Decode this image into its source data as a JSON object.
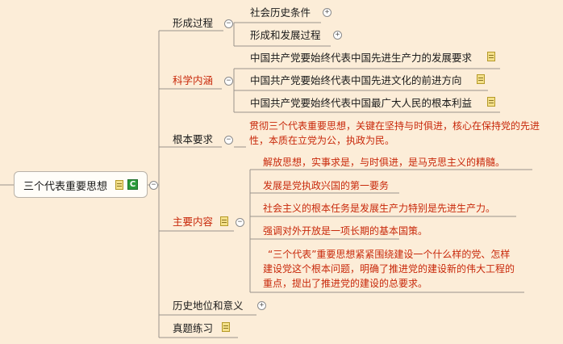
{
  "root": {
    "label": "三个代表重要思想"
  },
  "branches": [
    {
      "label": "形成过程",
      "children": [
        "社会历史条件",
        "形成和发展过程"
      ]
    },
    {
      "label": "科学内涵",
      "children": [
        "中国共产党要始终代表中国先进生产力的发展要求",
        "中国共产党要始终代表中国先进文化的前进方向",
        "中国共产党要始终代表中国最广大人民的根本利益"
      ]
    },
    {
      "label": "根本要求",
      "children": [
        "贯彻三个代表重要思想，关键在坚持与时俱进，核心在保持党的先进性，本质在立党为公，执政为民。"
      ]
    },
    {
      "label": "主要内容",
      "children": [
        "解放思想，实事求是，与时俱进，是马克思主义的精髓。",
        "发展是党执政兴国的第一要务",
        "社会主义的根本任务是发展生产力特别是先进生产力。",
        "强调对外开放是一项长期的基本国策。",
        "“三个代表”重要思想紧紧围绕建设一个什么样的党、怎样建设党这个根本问题，明确了推进党的建设新的伟大工程的重点，提出了推进党的建设的总要求。"
      ]
    },
    {
      "label": "历史地位和意义",
      "children": []
    },
    {
      "label": "真题练习",
      "children": []
    }
  ],
  "icons": {
    "collapse": "minus-circle-icon",
    "expand": "plus-circle-icon",
    "note": "note-icon",
    "c": "c-icon"
  },
  "symbols": {
    "minus": "−",
    "plus": "+",
    "c": "C"
  },
  "colors": {
    "background": "#fcedd8",
    "red_text": "#c8280a",
    "line": "#9a948c"
  }
}
